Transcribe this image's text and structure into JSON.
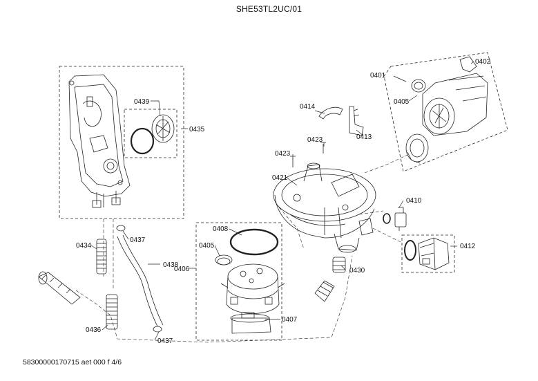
{
  "title": "SHE53TL2UC/01",
  "footer": "58300000170715 aet 000 f 4/6",
  "labels": {
    "p0401": "0401",
    "p0402": "0402",
    "p0405a": "0405",
    "p0405b": "0405",
    "p0406": "0406",
    "p0407": "0407",
    "p0408": "0408",
    "p0410": "0410",
    "p0412": "0412",
    "p0413": "0413",
    "p0414": "0414",
    "p0421": "0421",
    "p0423a": "0423",
    "p0423b": "0423",
    "p0430": "0430",
    "p0434": "0434",
    "p0435": "0435",
    "p0436": "0436",
    "p0437a": "0437",
    "p0437b": "0437",
    "p0438": "0438",
    "p0439": "0439"
  }
}
